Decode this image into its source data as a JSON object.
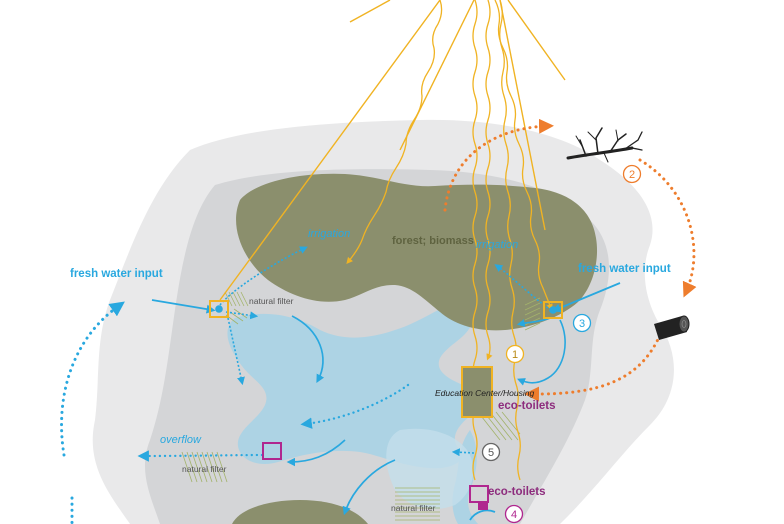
{
  "labels": {
    "fresh_water_left": "fresh water input",
    "fresh_water_right": "fresh water input",
    "irrigation_left": "irrigation",
    "irrigation_right": "irrigation",
    "forest": "forest; biomass",
    "natural_filter_top": "natural filter",
    "natural_filter_left": "natural filter",
    "natural_filter_bottom": "natural filter",
    "overflow": "overflow",
    "education_center": "Education Center/Housing",
    "eco_toilets_upper": "eco-toilets",
    "eco_toilets_lower": "eco-toilets"
  },
  "steps": [
    "1",
    "2",
    "3",
    "4",
    "5"
  ],
  "colors": {
    "water": "#29a8df",
    "water_body": "#a9d3e6",
    "forest": "#8b8f6d",
    "land_outer": "#e9e9ea",
    "land_inner": "#d4d5d7",
    "sun_rays": "#f0b323",
    "cycle": "#ee7d2d",
    "toilets": "#b0278f",
    "filter_hatch": "#a3b36b",
    "label_forest": "#6b6f4a"
  },
  "icons": [
    "dead-tree-icon",
    "log-icon",
    "water-inlet-icon",
    "eco-toilet-icon"
  ]
}
